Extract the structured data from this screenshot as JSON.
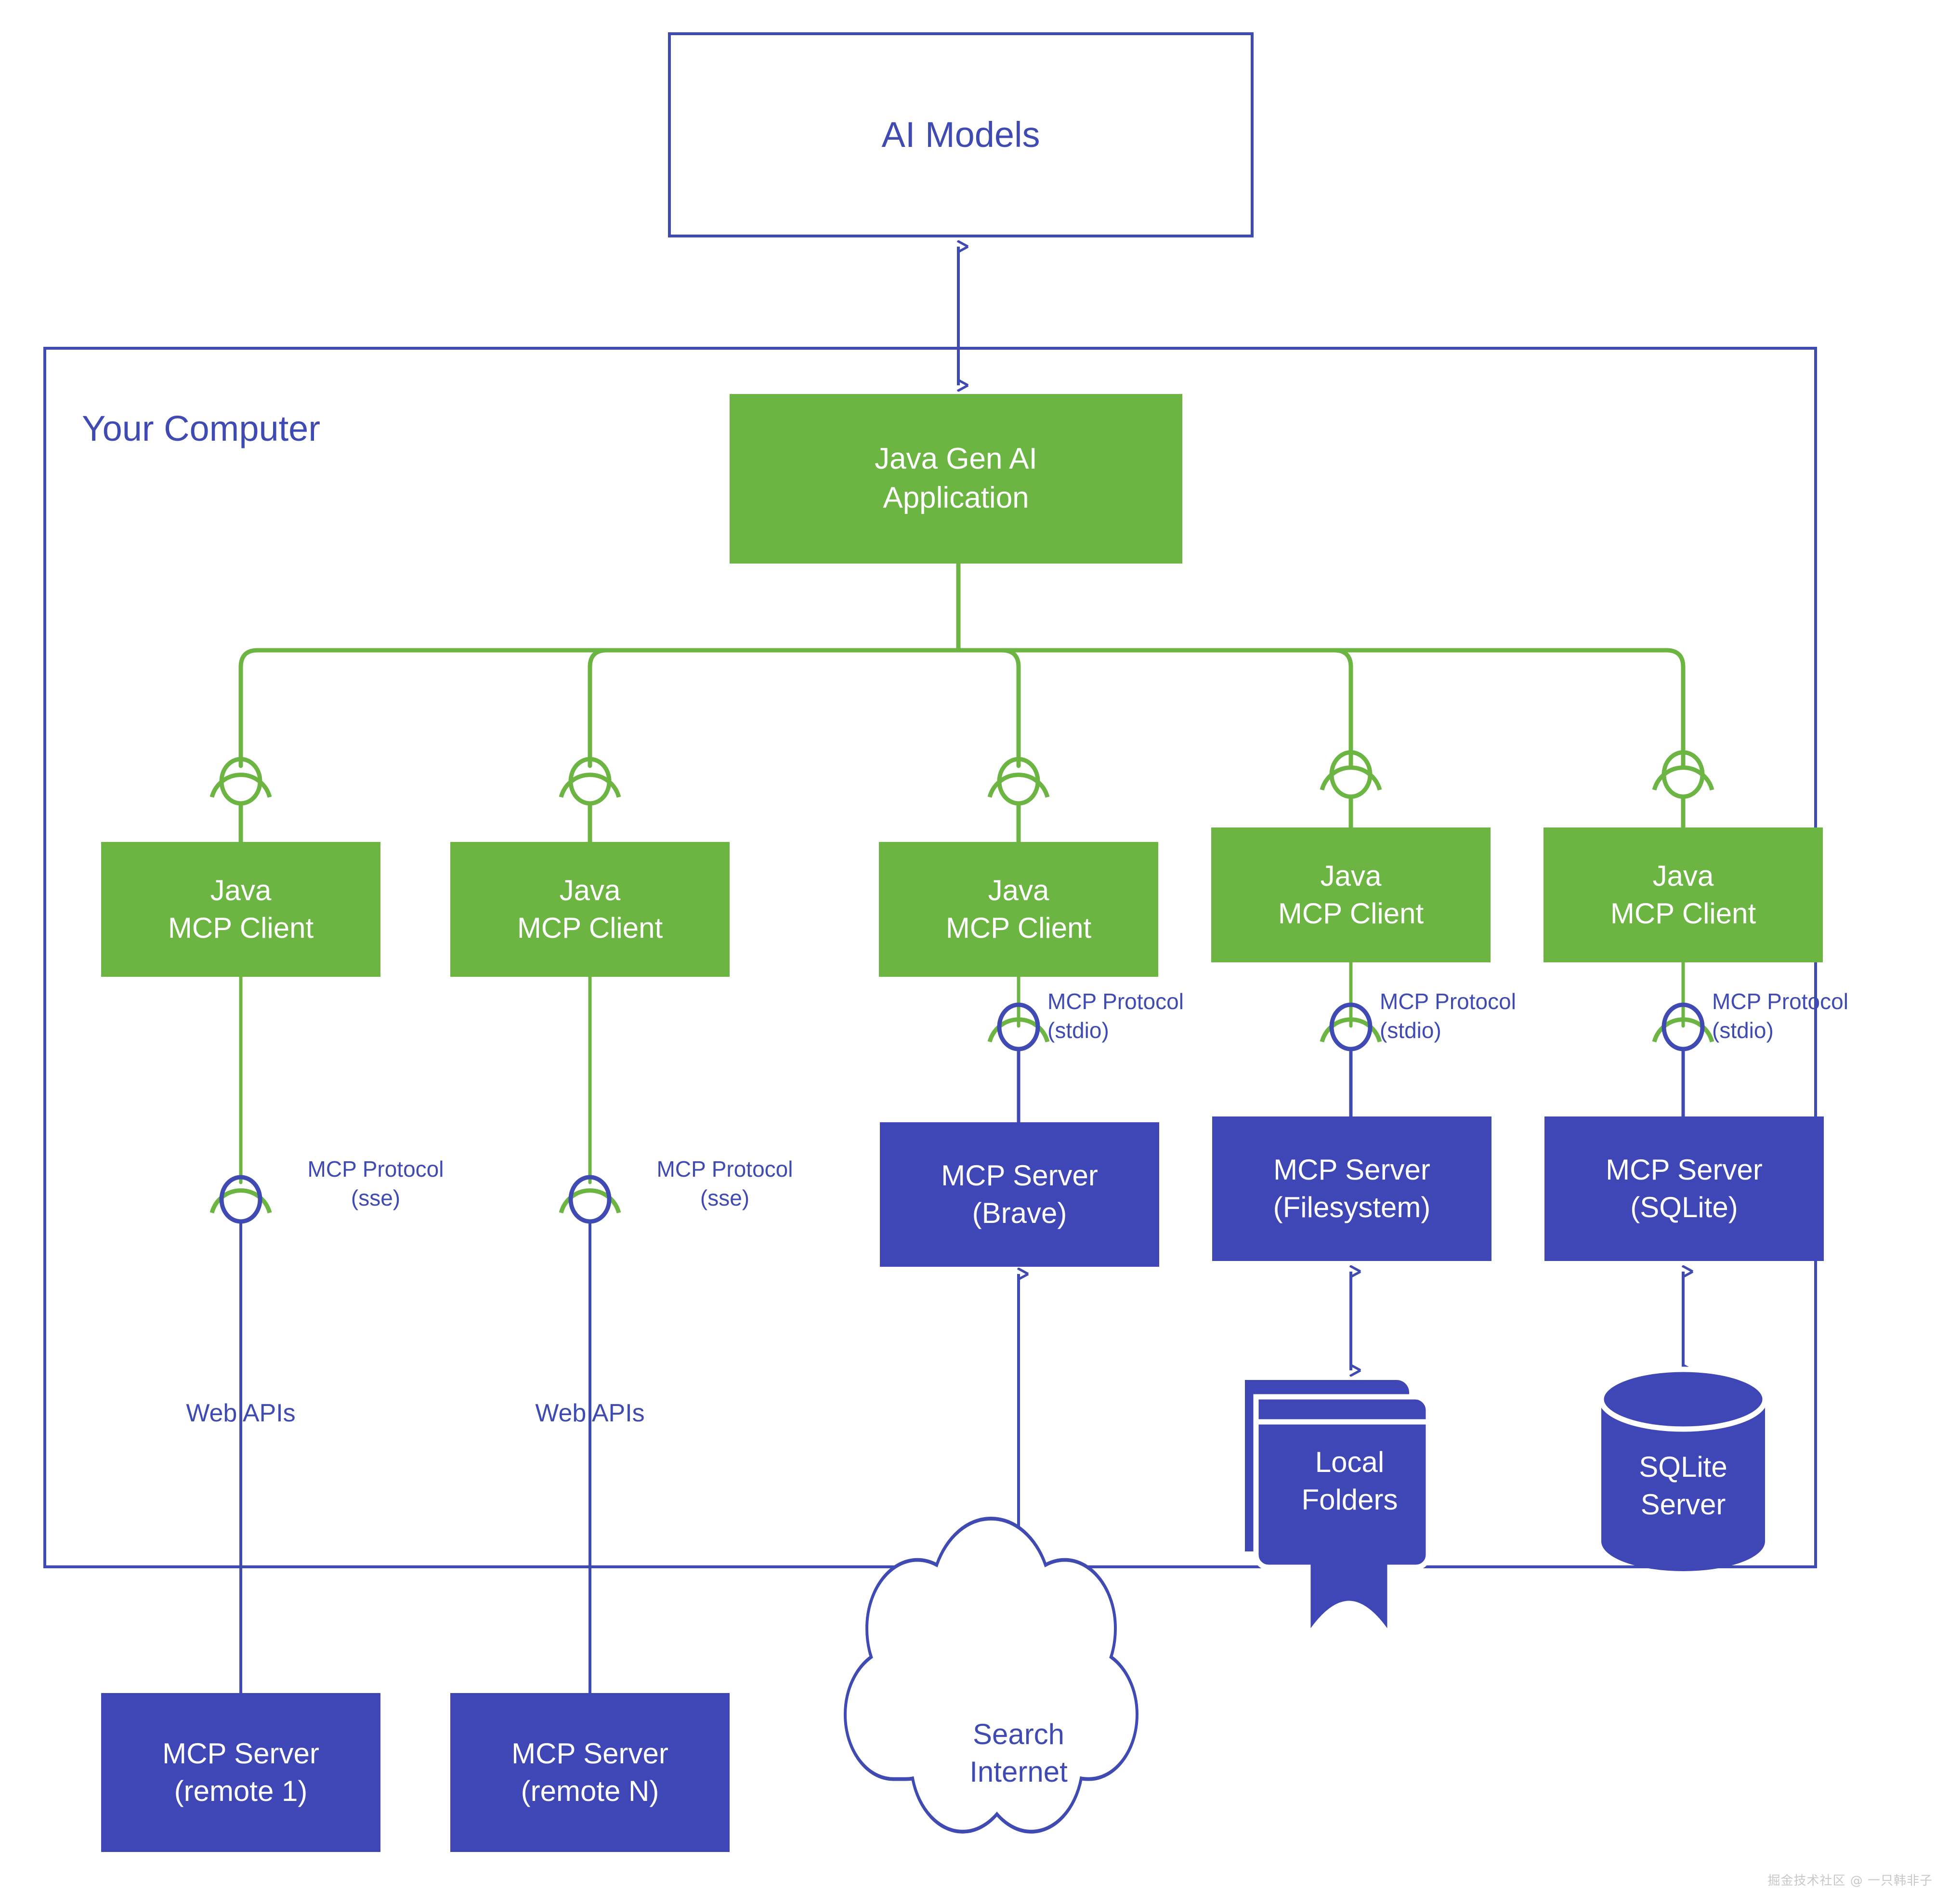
{
  "diagram": {
    "title_text": "AI Models",
    "boundary_label": "Your Computer",
    "colors": {
      "green_fill": "#6CB543",
      "green_line": "#6CB543",
      "blue_fill": "#3E47B5",
      "blue_line": "#3F4AB3",
      "blue_text": "#3F4AB3",
      "white_text": "#FFFFFF",
      "page_background": "#FFFFFF"
    },
    "nodes": {
      "ai_models": {
        "label": "AI Models",
        "shape": "rectangle",
        "fill": "white",
        "stroke": "#3F4AB3"
      },
      "app": {
        "line1": "Java Gen AI",
        "line2": "Application",
        "shape": "rectangle",
        "fill": "#6CB543"
      },
      "clients": [
        {
          "line1": "Java",
          "line2": "MCP Client"
        },
        {
          "line1": "Java",
          "line2": "MCP Client"
        },
        {
          "line1": "Java",
          "line2": "MCP Client"
        },
        {
          "line1": "Java",
          "line2": "MCP Client"
        },
        {
          "line1": "Java",
          "line2": "MCP Client"
        }
      ],
      "servers_local": [
        {
          "line1": "MCP Server",
          "line2": "(Brave)"
        },
        {
          "line1": "MCP Server",
          "line2": "(Filesystem)"
        },
        {
          "line1": "MCP Server",
          "line2": "(SQLite)"
        }
      ],
      "servers_remote": [
        {
          "line1": "MCP Server",
          "line2": "(remote 1)"
        },
        {
          "line1": "MCP Server",
          "line2": "(remote N)"
        }
      ],
      "local_folders": {
        "line1": "Local",
        "line2": "Folders",
        "shape": "folder-stack"
      },
      "sqlite_server": {
        "line1": "SQLite",
        "line2": "Server",
        "shape": "cylinder"
      },
      "internet_cloud": {
        "line1": "Search",
        "line2": "Internet",
        "shape": "cloud"
      }
    },
    "edge_labels": {
      "stdio": [
        {
          "line1": "MCP Protocol",
          "line2": "(stdio)"
        },
        {
          "line1": "MCP Protocol",
          "line2": "(stdio)"
        },
        {
          "line1": "MCP Protocol",
          "line2": "(stdio)"
        }
      ],
      "sse": [
        {
          "line1": "MCP Protocol",
          "line2": "(sse)"
        },
        {
          "line1": "MCP Protocol",
          "line2": "(sse)"
        }
      ],
      "web_apis": [
        "Web APIs",
        "Web APIs"
      ]
    },
    "watermark": "掘金技术社区 @ 一只韩非子"
  }
}
